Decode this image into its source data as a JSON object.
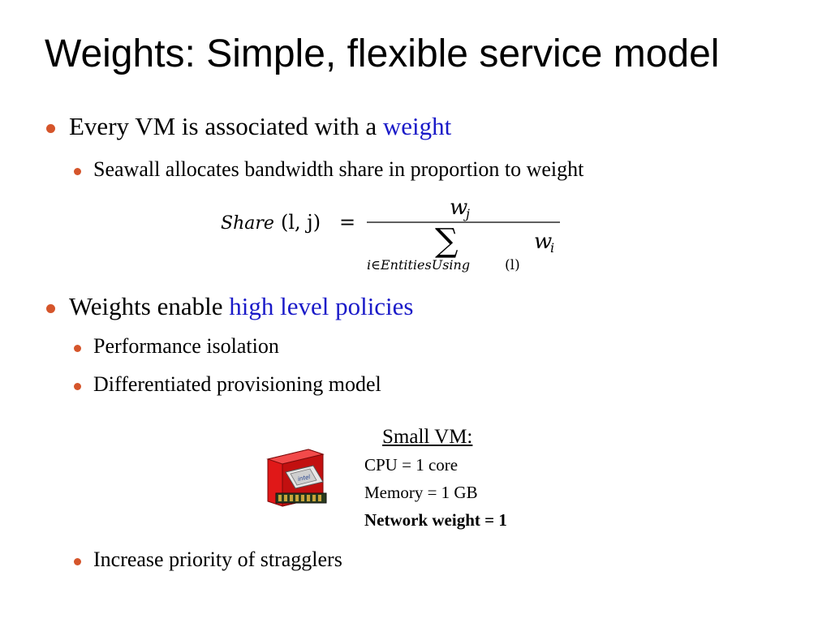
{
  "title": "Weights: Simple, flexible service model",
  "bullets": {
    "b1": {
      "text": "Every VM is associated with a ",
      "highlight": "weight"
    },
    "b1_sub": "Seawall allocates bandwidth share in proportion to weight",
    "b2": {
      "text": "Weights enable ",
      "highlight": "high level policies"
    },
    "b2_sub1": "Performance isolation",
    "b2_sub2": "Differentiated provisioning model",
    "b2_sub3": "Increase priority of stragglers"
  },
  "formula": {
    "lhs": "Share",
    "lhs_args": "(l, j)",
    "equals": "=",
    "numerator": "w",
    "numerator_sub": "j",
    "sum_symbol": "∑",
    "sum_index": "i∈EntitiesUsing",
    "sum_index_arg": "(l)",
    "denominator_term": "w",
    "denominator_sub": "i"
  },
  "vm_card": {
    "heading": "Small VM:",
    "cpu": "CPU = 1 core",
    "memory": "Memory = 1 GB",
    "network": "Network weight = 1",
    "chip_text": "intel"
  },
  "colors": {
    "accent_bullet": "#d5552b",
    "highlight_text": "#1a1ac8",
    "vm_case": "#e01818"
  }
}
